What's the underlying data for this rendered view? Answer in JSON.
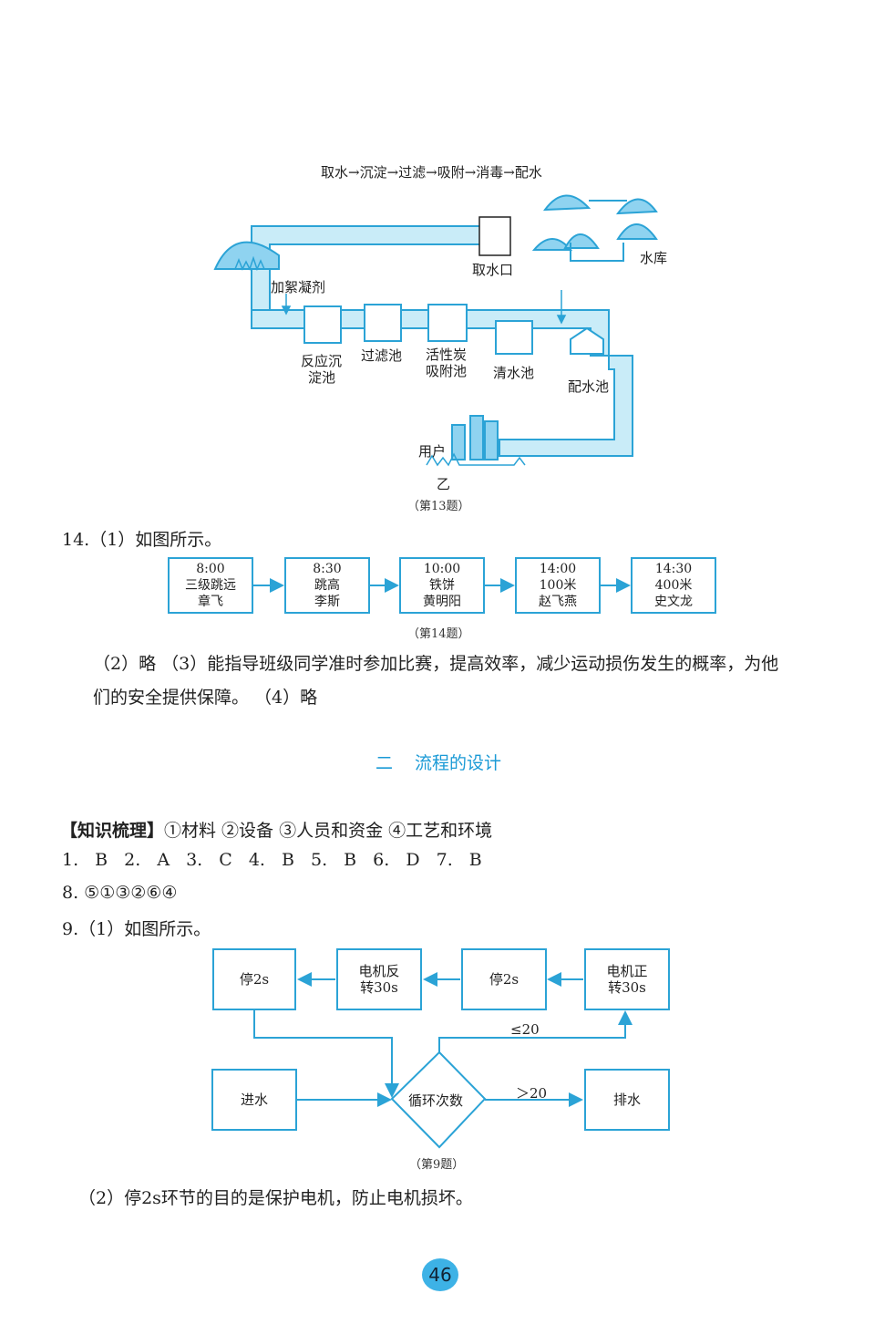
{
  "fig13": {
    "flow_title": "取水→沉淀→过滤→吸附→消毒→配水",
    "labels": {
      "intake": "取水口",
      "reservoir": "水库",
      "coagulant": "加絮凝剂",
      "reaction_line1": "反应沉",
      "reaction_line2": "淀池",
      "filter": "过滤池",
      "carbon_line1": "活性炭",
      "carbon_line2": "吸附池",
      "clear": "清水池",
      "distribution": "配水池",
      "user": "用户",
      "yi": "乙"
    },
    "caption": "（第13题）"
  },
  "q14": {
    "intro": "14.（1）如图所示。",
    "boxes": [
      {
        "time": "8:00",
        "event": "三级跳远",
        "name": "章飞"
      },
      {
        "time": "8:30",
        "event": "跳高",
        "name": "李斯"
      },
      {
        "time": "10:00",
        "event": "铁饼",
        "name": "黄明阳"
      },
      {
        "time": "14:00",
        "event": "100米",
        "name": "赵飞燕"
      },
      {
        "time": "14:30",
        "event": "400米",
        "name": "史文龙"
      }
    ],
    "caption": "（第14题）",
    "answer_line1": "（2）略 （3）能指导班级同学准时参加比赛，提高效率，减少运动损伤发生的概率，为他",
    "answer_line2": "们的安全提供保障。 （4）略"
  },
  "section": {
    "number": "二",
    "title": "流程的设计"
  },
  "knowledge": {
    "label": "【知识梳理】",
    "text": "①材料 ②设备 ③人员和资金 ④工艺和环境"
  },
  "answers": {
    "line1": "1. B  2. A  3. C  4. B  5. B  6. D  7. B",
    "line2": "8. ⑤①③②⑥④",
    "line3": "9.（1）如图所示。"
  },
  "fig9": {
    "stop_a": "停2s",
    "motor_rev_line1": "电机反",
    "motor_rev_line2": "转30s",
    "stop_b": "停2s",
    "motor_fwd_line1": "电机正",
    "motor_fwd_line2": "转30s",
    "inlet": "进水",
    "loop": "循环次数",
    "drain": "排水",
    "le20": "≤20",
    "gt20": "＞20",
    "caption": "（第9题）"
  },
  "q9_answer": "（2）停2s环节的目的是保护电机，防止电机损坏。",
  "page_number": "46",
  "colors": {
    "accent": "#2ba3d6",
    "pipe": "#c9ecf8"
  }
}
